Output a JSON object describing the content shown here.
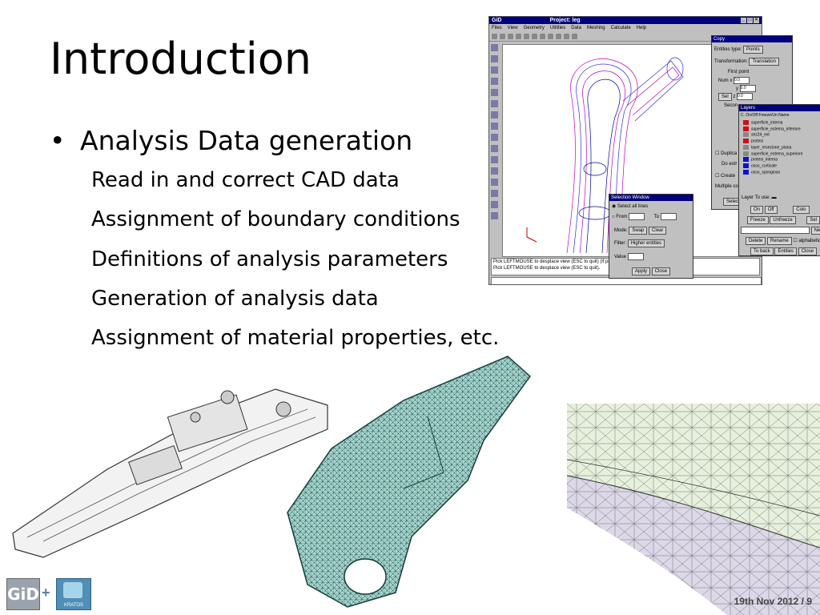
{
  "slide": {
    "title": "Introduction",
    "bullet": "Analysis Data generation",
    "subitems": [
      "Read in and correct CAD data",
      "Assignment of boundary conditions",
      "Definitions of analysis parameters",
      "Generation of analysis data",
      "Assignment of material properties, etc."
    ],
    "footer": "19th Nov 2012 / 9"
  },
  "gid_window": {
    "app": "GiD",
    "title": "Project: leg",
    "menu": [
      "Files",
      "View",
      "Geometry",
      "Utilities",
      "Data",
      "Meshing",
      "Calculate",
      "Help"
    ],
    "status_lines": [
      "Pick LEFTMOUSE to desplace view (ESC to quit) (if pre",
      "Pick LEFTMOUSE to desplace view (ESC to quit)."
    ]
  },
  "copy_dialog": {
    "title": "Copy",
    "entities_type_label": "Entities type:",
    "entities_type_value": "Points",
    "transformation_label": "Transformation:",
    "transformation_value": "Translation",
    "first_point": "First point",
    "num_label": "Num",
    "axes": [
      "x",
      "y",
      "z"
    ],
    "coords": [
      "0.0",
      "0.0",
      "0.0"
    ],
    "second_label": "Secon",
    "select_label": "Sel",
    "duplicate": "Duplica",
    "do_extrude": "Do extr",
    "create": "Create",
    "multiple_copies": "Multiple co",
    "select_button": "Select"
  },
  "layers_dialog": {
    "title": "Layers",
    "header": "C. On/Off Freeze/Un Name",
    "layers": [
      {
        "name": "superficie_interna",
        "color": "#d01010"
      },
      {
        "name": "superficie_esterna_inferiore",
        "color": "#d01010"
      },
      {
        "name": "sez24_ext",
        "color": "#888888"
      },
      {
        "name": "protesi",
        "color": "#d01010"
      },
      {
        "name": "layer_resezione_piana",
        "color": "#888888"
      },
      {
        "name": "superficie_esterna_superiore",
        "color": "#888888"
      },
      {
        "name": "protesi_interna",
        "color": "#1010d0"
      },
      {
        "name": "osso_corticale",
        "color": "#1010d0"
      },
      {
        "name": "osso_spongioso",
        "color": "#1010d0"
      }
    ],
    "layer_to_use": "Layer To use:",
    "on": "On",
    "off": "Off",
    "color": "Colo",
    "freeze": "Freeze",
    "unfreeze": "Unfreeze",
    "sel": "Sel",
    "new": "Ne",
    "delete": "Delete",
    "rename": "Rename",
    "alphabetic": "alphabetic",
    "to_back": "To back",
    "entities": "Entities",
    "close": "Close"
  },
  "selection_dialog": {
    "title": "Selection Window",
    "select_all": "Select all lines",
    "from": "From",
    "to": "To",
    "mode_label": "Mode:",
    "mode_value": "Swap",
    "clear": "Clear",
    "filter_label": "Filter:",
    "filter_value": "Higher entities",
    "value_label": "Value",
    "apply": "Apply",
    "close": "Close"
  },
  "logos": {
    "gid": "GiD",
    "plus": "+",
    "kratos": "KRATOS"
  },
  "colors": {
    "titlebar": "#000080",
    "mesh_fill": "#a8d8d0",
    "mesh_panel": "#e6f0dc"
  }
}
